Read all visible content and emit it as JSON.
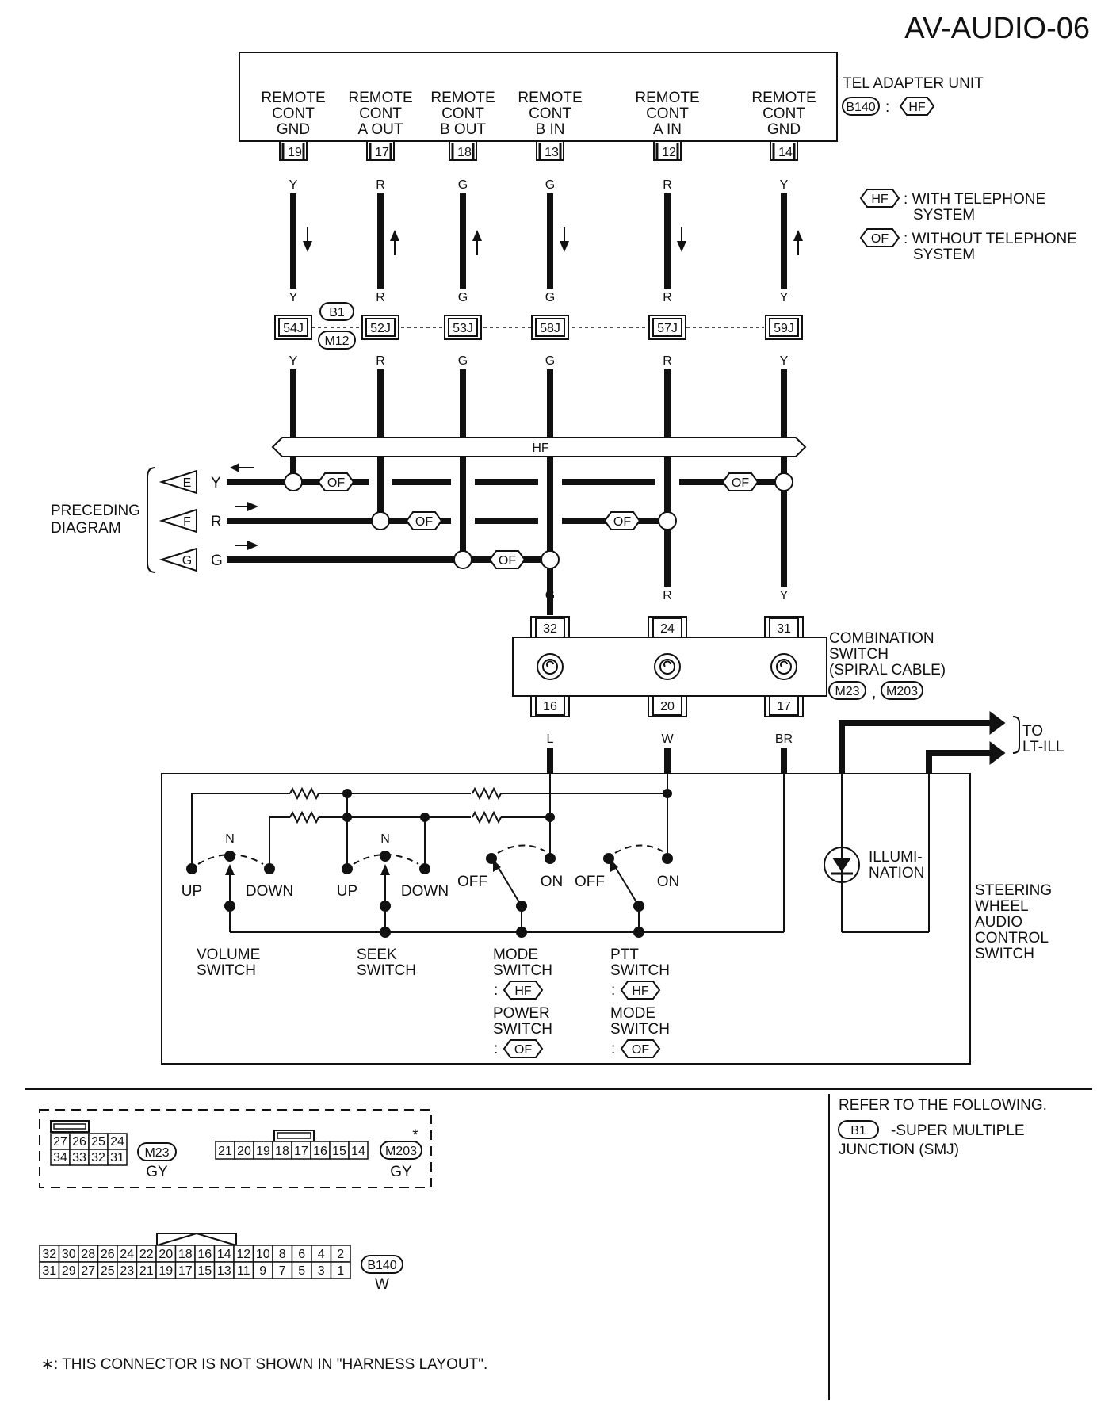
{
  "page_id": "AV-AUDIO-06",
  "tel_adapter": {
    "title": "TEL ADAPTER UNIT",
    "connector": "B140",
    "tag": "HF",
    "terminals": [
      {
        "label": [
          "REMOTE",
          "CONT",
          "GND"
        ],
        "pin": "19",
        "wire": "Y",
        "jpin": "54J"
      },
      {
        "label": [
          "REMOTE",
          "CONT",
          "A OUT"
        ],
        "pin": "17",
        "wire": "R",
        "jpin": "52J"
      },
      {
        "label": [
          "REMOTE",
          "CONT",
          "B OUT"
        ],
        "pin": "18",
        "wire": "G",
        "jpin": "53J"
      },
      {
        "label": [
          "REMOTE",
          "CONT",
          "B IN"
        ],
        "pin": "13",
        "wire": "G",
        "jpin": "58J"
      },
      {
        "label": [
          "REMOTE",
          "CONT",
          "A IN"
        ],
        "pin": "12",
        "wire": "R",
        "jpin": "57J"
      },
      {
        "label": [
          "REMOTE",
          "CONT",
          "GND"
        ],
        "pin": "14",
        "wire": "Y",
        "jpin": "59J"
      }
    ]
  },
  "legend": {
    "hf_tag": "HF",
    "hf_text": [
      ": WITH TELEPHONE",
      "SYSTEM"
    ],
    "of_tag": "OF",
    "of_text": [
      ": WITHOUT TELEPHONE",
      "SYSTEM"
    ]
  },
  "junction": {
    "top": "B1",
    "bottom": "M12"
  },
  "hf_bar": "HF",
  "of_tag": "OF",
  "preceding": {
    "label": [
      "PRECEDING",
      "DIAGRAM"
    ],
    "lines": [
      {
        "tag": "E",
        "wire": "Y"
      },
      {
        "tag": "F",
        "wire": "R"
      },
      {
        "tag": "G",
        "wire": "G"
      }
    ]
  },
  "combination_switch": {
    "label": [
      "COMBINATION",
      "SWITCH",
      "(SPIRAL CABLE)"
    ],
    "connectors": [
      "M23",
      "M203"
    ],
    "sep": ",",
    "channels": [
      {
        "top_wire": "G",
        "top_pin": "32",
        "bottom_pin": "16",
        "bottom_wire": "L"
      },
      {
        "top_wire": "R",
        "top_pin": "24",
        "bottom_pin": "20",
        "bottom_wire": "W"
      },
      {
        "top_wire": "Y",
        "top_pin": "31",
        "bottom_pin": "17",
        "bottom_wire": "BR"
      }
    ]
  },
  "to_lt_ill": [
    "TO",
    "LT-ILL"
  ],
  "steering": {
    "label": [
      "STEERING",
      "WHEEL",
      "AUDIO",
      "CONTROL",
      "SWITCH"
    ],
    "n": "N",
    "up": "UP",
    "down": "DOWN",
    "off": "OFF",
    "on": "ON",
    "illumination": [
      "ILLUMI-",
      "NATION"
    ],
    "volume": [
      "VOLUME",
      "SWITCH"
    ],
    "seek": [
      "SEEK",
      "SWITCH"
    ],
    "mode_switch": [
      "MODE",
      "SWITCH"
    ],
    "power_switch": [
      "POWER",
      "SWITCH"
    ],
    "ptt_switch": [
      "PTT",
      "SWITCH"
    ],
    "mode_switch2": [
      "MODE",
      "SWITCH"
    ],
    "colon": ":"
  },
  "connectors_panel": {
    "m23": {
      "top": [
        "27",
        "26",
        "25",
        "24"
      ],
      "bottom": [
        "34",
        "33",
        "32",
        "31"
      ],
      "name": "M23",
      "color": "GY"
    },
    "m203": {
      "pins": [
        "21",
        "20",
        "19",
        "18",
        "17",
        "16",
        "15",
        "14"
      ],
      "name": "M203",
      "color": "GY",
      "star": "*"
    },
    "b140": {
      "top": [
        "32",
        "30",
        "28",
        "26",
        "24",
        "22",
        "20",
        "18",
        "16",
        "14",
        "12",
        "10",
        "8",
        "6",
        "4",
        "2"
      ],
      "bottom": [
        "31",
        "29",
        "27",
        "25",
        "23",
        "21",
        "19",
        "17",
        "15",
        "13",
        "11",
        "9",
        "7",
        "5",
        "3",
        "1"
      ],
      "name": "B140",
      "color": "W"
    }
  },
  "refer": {
    "title": "REFER TO THE FOLLOWING.",
    "tag": "B1",
    "text": [
      "-SUPER MULTIPLE",
      "JUNCTION (SMJ)"
    ]
  },
  "footnote": "∗: THIS CONNECTOR IS NOT SHOWN IN \"HARNESS LAYOUT\"."
}
